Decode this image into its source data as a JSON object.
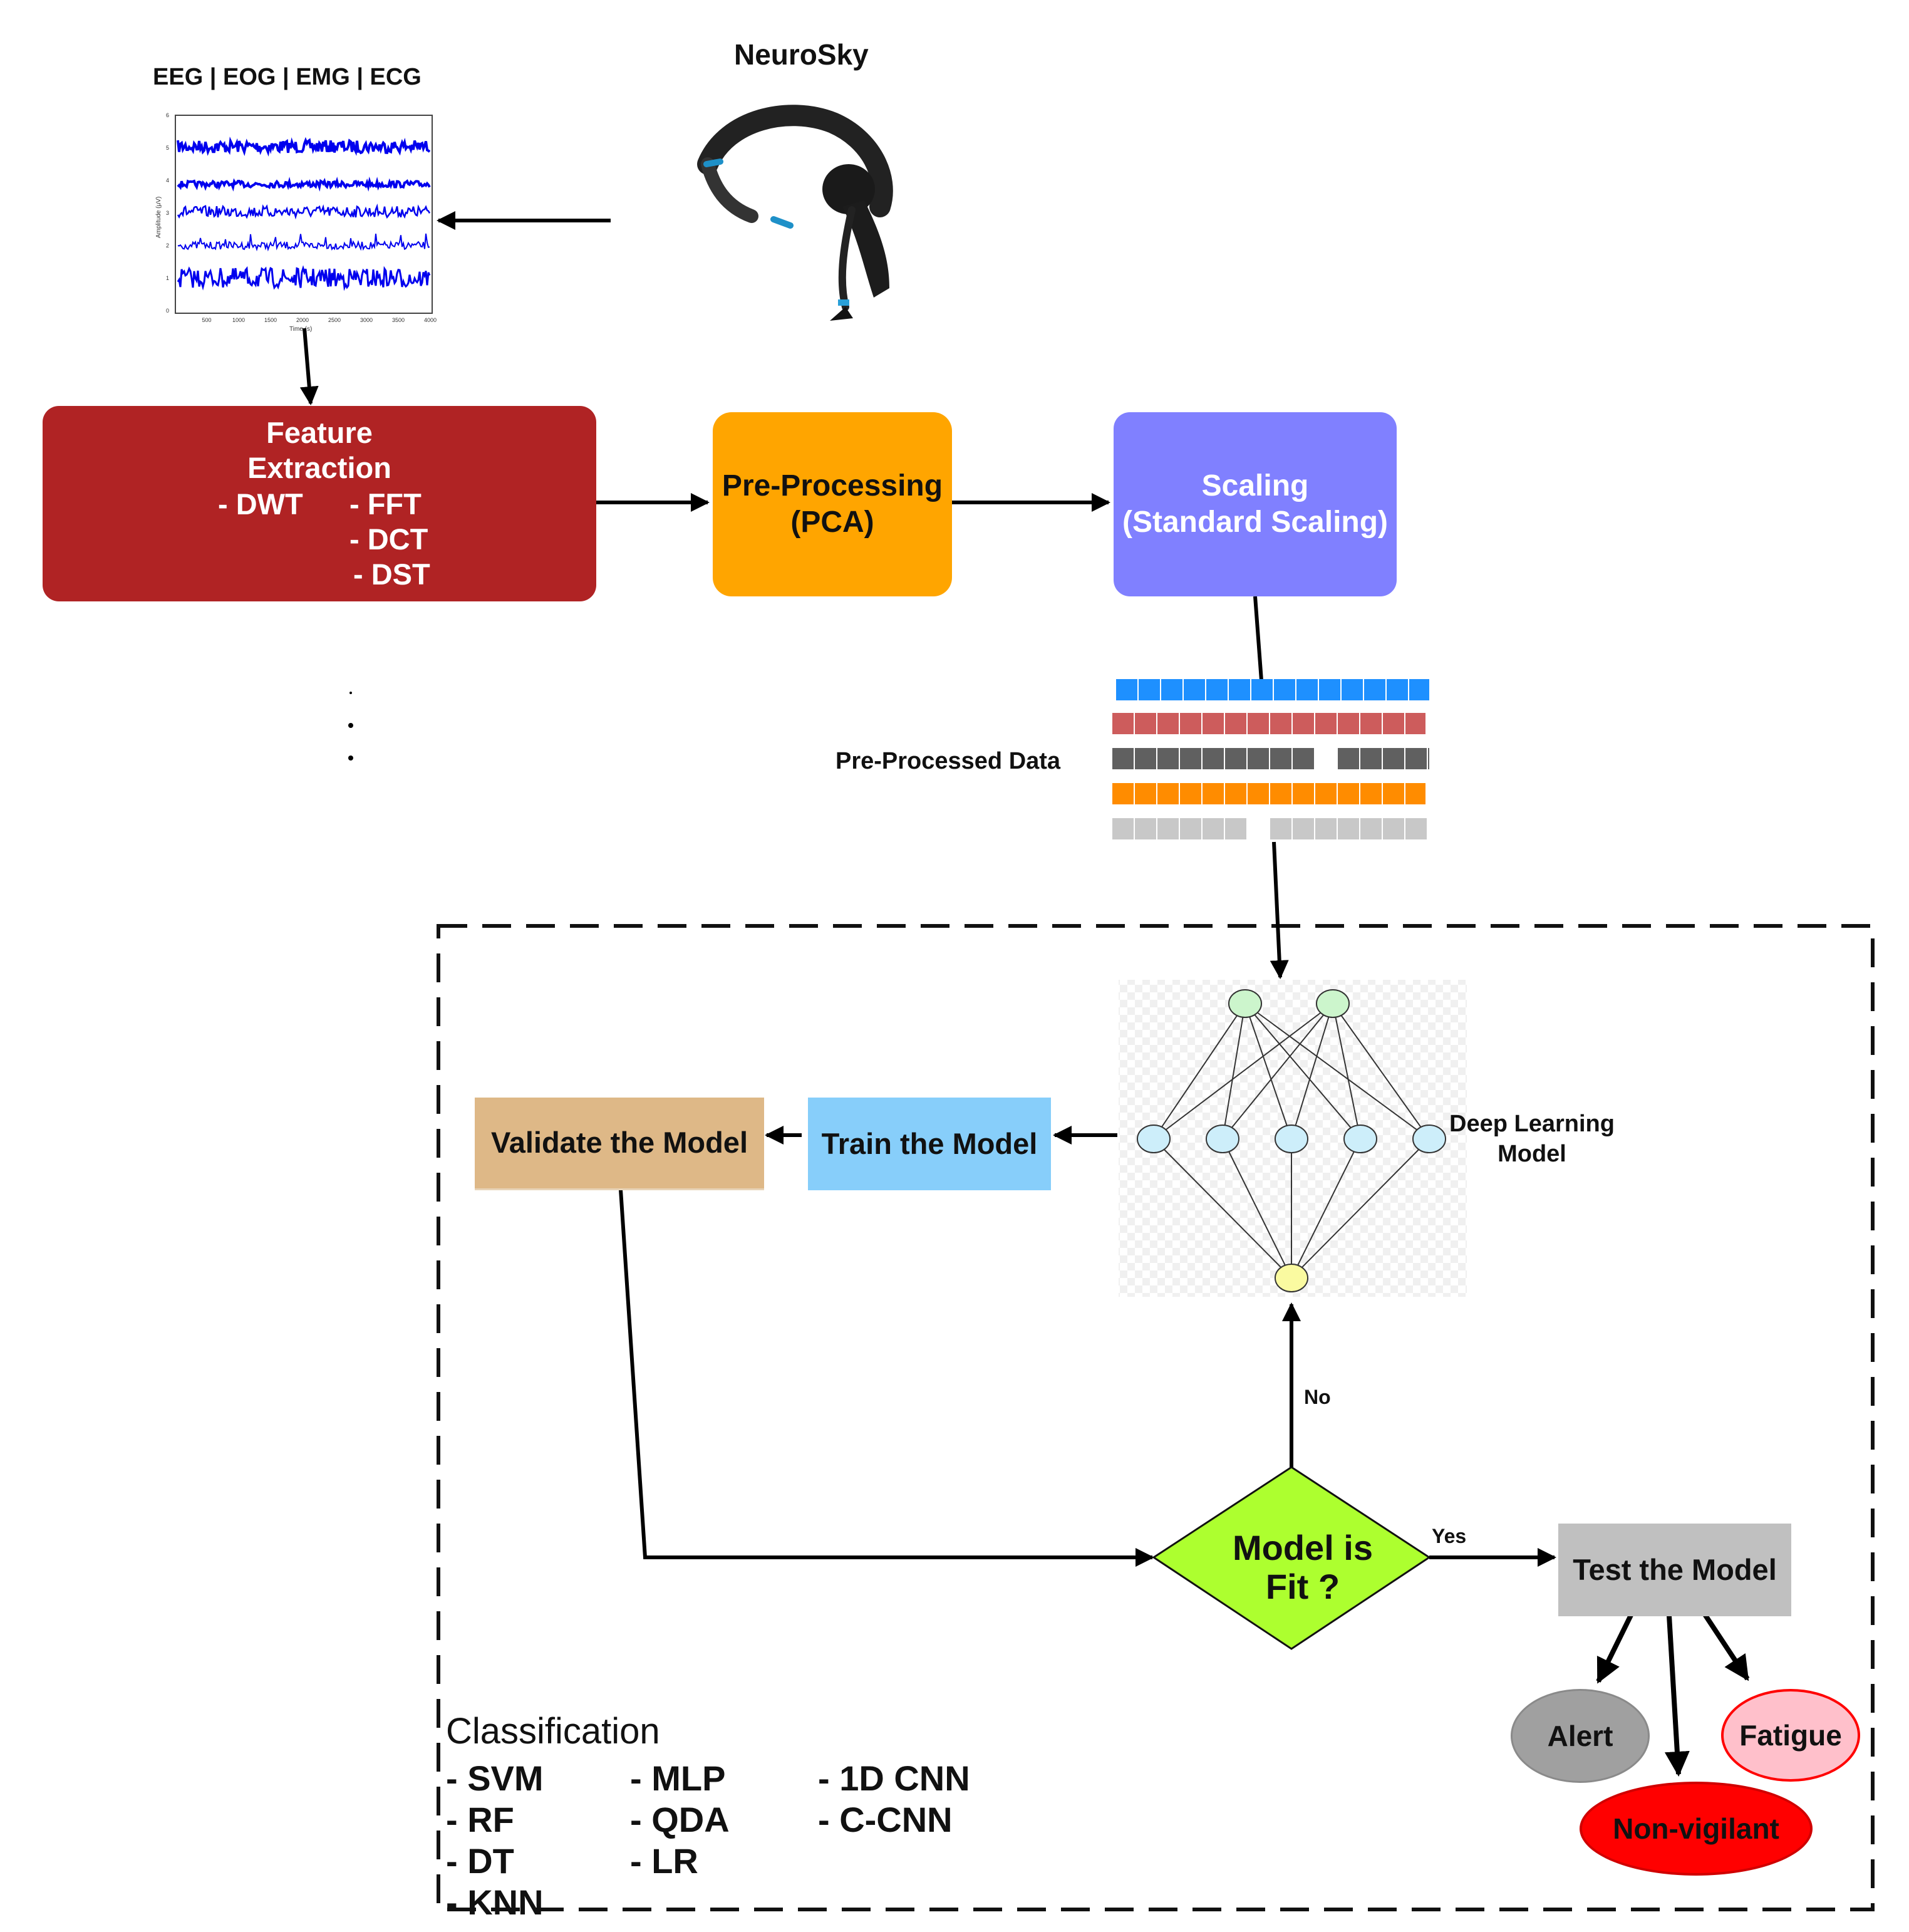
{
  "signal_plot": {
    "title": "EEG | EOG | EMG | ECG",
    "y_axis_label": "Amplitude (μV)",
    "x_axis_label": "Time (s)",
    "y_ticks": [
      "0",
      "1",
      "2",
      "3",
      "4",
      "5",
      "6"
    ],
    "x_ticks": [
      "500",
      "1000",
      "1500",
      "2000",
      "2500",
      "3000",
      "3500",
      "4000"
    ]
  },
  "device": {
    "label": "NeuroSky"
  },
  "feature_extraction": {
    "title_line1": "Feature",
    "title_line2": "Extraction",
    "methods": [
      "- DWT",
      "- FFT",
      "- DCT",
      "- DST"
    ]
  },
  "preprocessing": {
    "line1": "Pre-Processing",
    "line2": "(PCA)"
  },
  "scaling": {
    "line1": "Scaling",
    "line2": "(Standard Scaling)"
  },
  "preprocessed_data": {
    "label": "Pre-Processed Data",
    "row_colors": [
      "#1e90ff",
      "#cd5c5c",
      "#606060",
      "#ff8c00",
      "#c8c8c8"
    ]
  },
  "network": {
    "label_line1": "Deep Learning",
    "label_line2": "Model"
  },
  "train": {
    "label": "Train the Model"
  },
  "validate": {
    "label": "Validate the Model"
  },
  "decision": {
    "line1": "Model is",
    "line2": "Fit ?",
    "no_label": "No",
    "yes_label": "Yes"
  },
  "test": {
    "label": "Test the Model"
  },
  "outcomes": {
    "alert": "Alert",
    "fatigue": "Fatigue",
    "nonvigilant": "Non-vigilant"
  },
  "classification": {
    "title": "Classification",
    "col1": [
      "- SVM",
      "- RF",
      "- DT",
      "- KNN"
    ],
    "col2": [
      "- MLP",
      "- QDA",
      "- LR"
    ],
    "col3": [
      "- 1D CNN",
      "- C-CNN"
    ]
  },
  "colors": {
    "feature_extraction": "#b02324",
    "preprocessing": "#ffa500",
    "scaling": "#8080ff",
    "train": "#87cefa",
    "validate": "#deb887",
    "decision": "#adff2f",
    "test": "#c0c0c0",
    "signal": "#0000ee"
  }
}
